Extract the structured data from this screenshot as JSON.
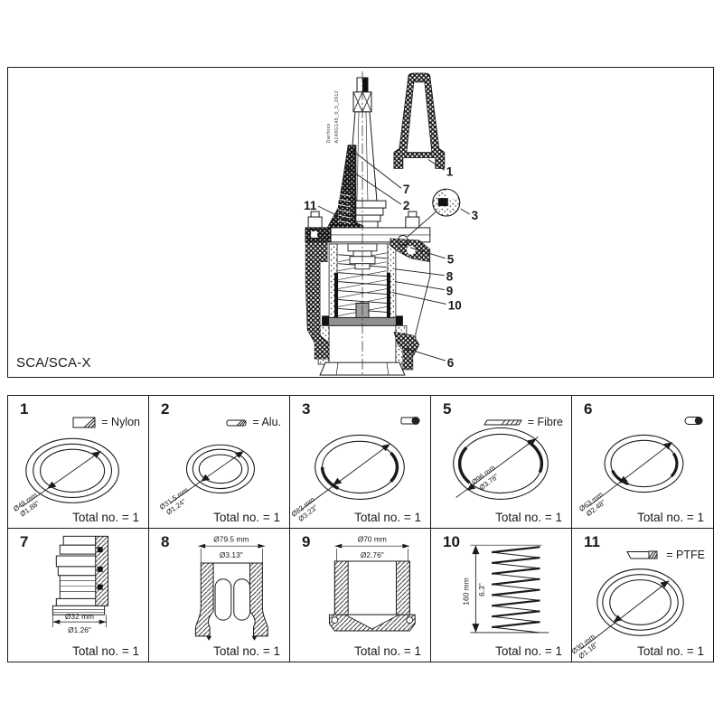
{
  "panel": {
    "model_label": "SCA/SCA-X",
    "watermark_line1": "Danfoss",
    "watermark_line2": "A148G148_0_5_2012",
    "callouts": {
      "n1": "1",
      "n2": "2",
      "n3": "3",
      "n5": "5",
      "n6": "6",
      "n7": "7",
      "n8": "8",
      "n9": "9",
      "n10": "10",
      "n11": "11"
    }
  },
  "cells": [
    {
      "number": "1",
      "legend": "= Nylon",
      "legend_icon": "nylon-section-icon",
      "part": "gasket-ring",
      "dim_mm": "Ø48 mm",
      "dim_in": "Ø1.88\"",
      "total": "Total no. = 1"
    },
    {
      "number": "2",
      "legend": "= Alu.",
      "legend_icon": "alu-section-icon",
      "part": "gasket-ring",
      "dim_mm": "Ø31.5 mm",
      "dim_in": "Ø1.24\"",
      "total": "Total no. = 1"
    },
    {
      "number": "3",
      "legend": "",
      "legend_icon": "o-ring-section-icon",
      "part": "o-ring",
      "dim_mm": "Ø82 mm",
      "dim_in": "Ø3.23\"",
      "total": "Total no. = 1"
    },
    {
      "number": "5",
      "legend": "= Fibre",
      "legend_icon": "fibre-section-icon",
      "part": "gasket-ring",
      "dim_mm": "Ø96 mm",
      "dim_in": "Ø3.78\"",
      "total": "Total no. = 1"
    },
    {
      "number": "6",
      "legend": "",
      "legend_icon": "o-ring-section-icon",
      "part": "o-ring",
      "dim_mm": "Ø63 mm",
      "dim_in": "Ø2.48\"",
      "total": "Total no. = 1"
    },
    {
      "number": "7",
      "legend": "",
      "legend_icon": "",
      "part": "spindle-assembly",
      "dim_mm": "Ø32 mm",
      "dim_in": "Ø1.26\"",
      "total": "Total no. = 1"
    },
    {
      "number": "8",
      "legend": "",
      "legend_icon": "",
      "part": "valve-cage",
      "dim_mm": "Ø79.5 mm",
      "dim_in": "Ø3.13\"",
      "total": "Total no. = 1"
    },
    {
      "number": "9",
      "legend": "",
      "legend_icon": "",
      "part": "piston",
      "dim_mm": "Ø70 mm",
      "dim_in": "Ø2.76\"",
      "total": "Total no. = 1"
    },
    {
      "number": "10",
      "legend": "",
      "legend_icon": "",
      "part": "spring",
      "dim_mm": "160 mm",
      "dim_in": "6.3\"",
      "total": "Total no. = 1"
    },
    {
      "number": "11",
      "legend": "= PTFE",
      "legend_icon": "ptfe-section-icon",
      "part": "gasket-ring",
      "dim_mm": "Ø30 mm",
      "dim_in": "Ø1.18\"",
      "total": "Total no. = 1"
    }
  ],
  "colors": {
    "ink": "#1a1a1a",
    "background": "#ffffff"
  }
}
